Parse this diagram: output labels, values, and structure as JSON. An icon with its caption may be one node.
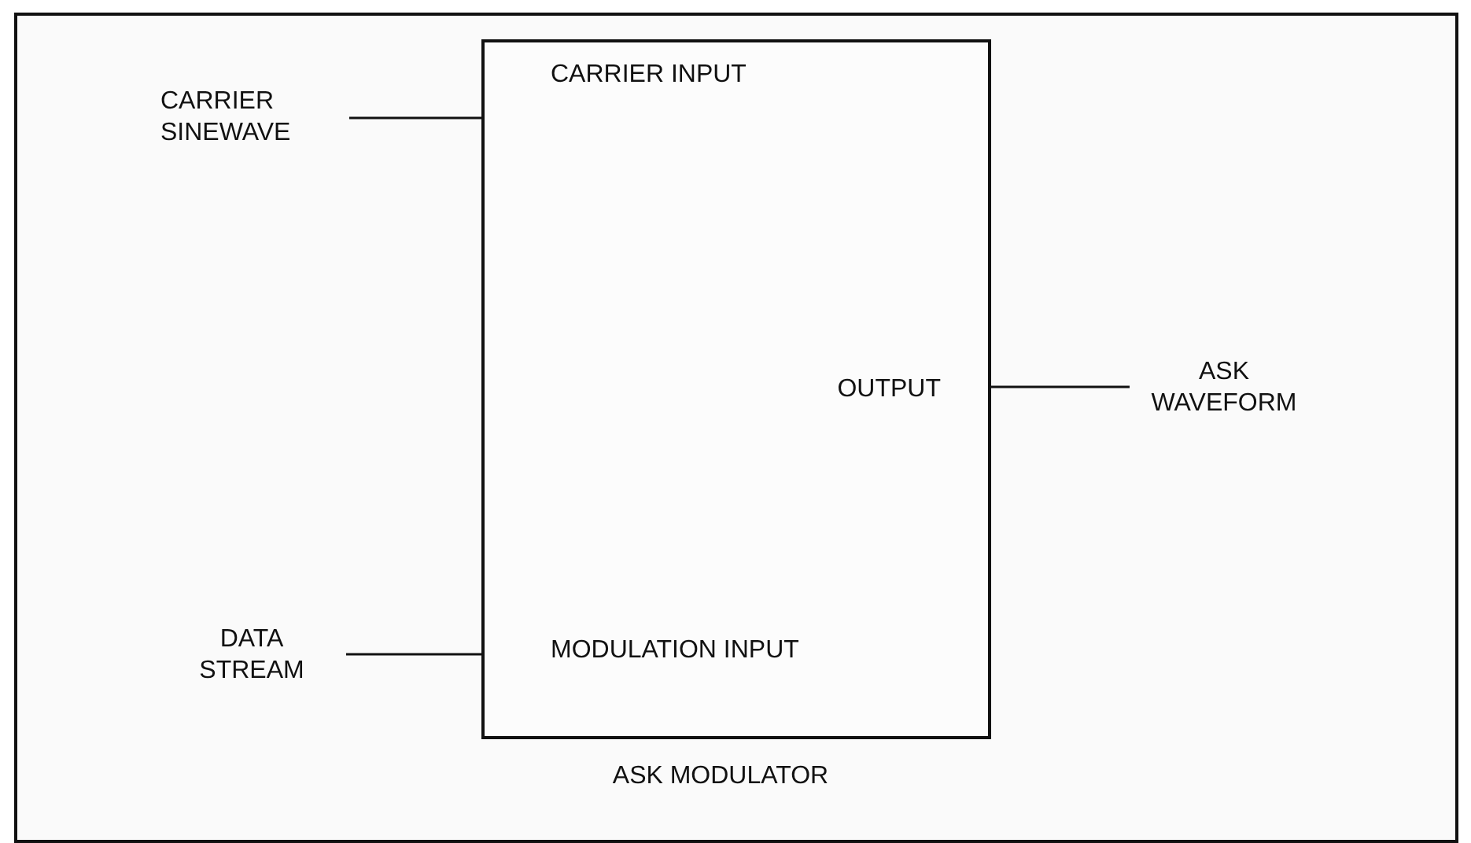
{
  "diagram": {
    "nodes": [
      {
        "text": [
          "CARRIER INPUT",
          "OUTPUT",
          "MODULATION INPUT",
          "ASK MODULATOR"
        ]
      },
      {
        "text": [
          "CARRIER SINEWAVE"
        ]
      },
      {
        "text": [
          "DATA STREAM"
        ]
      },
      {
        "text": [
          "ASK WAVEFORM"
        ]
      }
    ],
    "edges": [
      {
        "from": 1,
        "to": 0,
        "arrow": "none"
      },
      {
        "from": 2,
        "to": 0,
        "arrow": "none"
      },
      {
        "from": 0,
        "to": 3,
        "arrow": "none"
      }
    ]
  }
}
